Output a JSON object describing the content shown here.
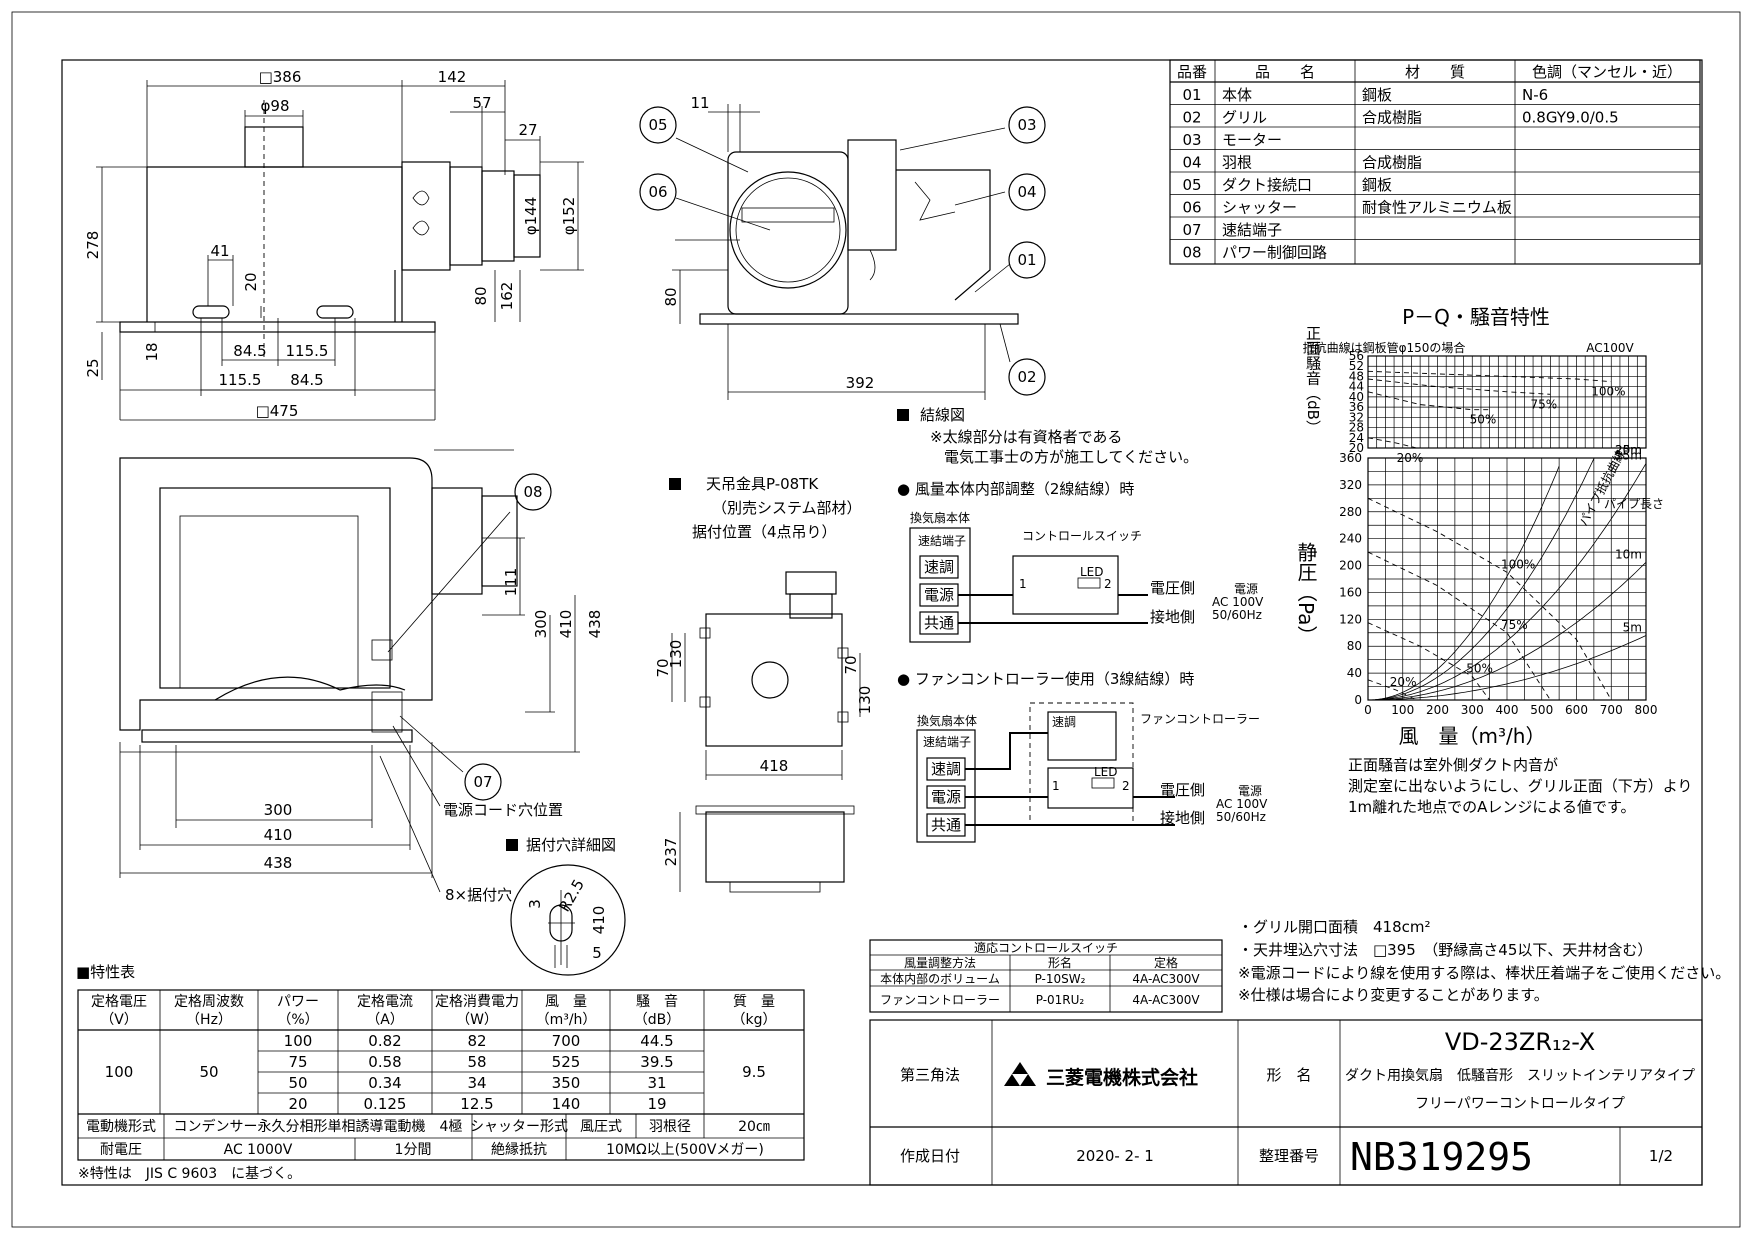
{
  "parts_table": {
    "headers": [
      "品番",
      "品　　名",
      "材　　質",
      "色調（マンセル・近）"
    ],
    "rows": [
      [
        "01",
        "本体",
        "鋼板",
        "N-6"
      ],
      [
        "02",
        "グリル",
        "合成樹脂",
        "0.8GY9.0/0.5"
      ],
      [
        "03",
        "モーター",
        "",
        ""
      ],
      [
        "04",
        "羽根",
        "合成樹脂",
        ""
      ],
      [
        "05",
        "ダクト接続口",
        "鋼板",
        ""
      ],
      [
        "06",
        "シャッター",
        "耐食性アルミニウム板",
        ""
      ],
      [
        "07",
        "速結端子",
        "",
        ""
      ],
      [
        "08",
        "パワー制御回路",
        "",
        ""
      ]
    ]
  },
  "dims_side": {
    "d386": "□386",
    "d142": "142",
    "d98": "φ98",
    "d57": "57",
    "d27": "27",
    "d278": "278",
    "d144": "φ144",
    "d152": "φ152",
    "d41": "41",
    "d20": "20",
    "d80": "80",
    "d162": "162",
    "d18": "18",
    "d25": "25",
    "d845a": "84.5",
    "d1155a": "115.5",
    "d1155b": "115.5",
    "d845b": "84.5",
    "d475": "□475"
  },
  "dims_front": {
    "d11": "11",
    "d80": "80",
    "d392": "392"
  },
  "callouts": {
    "c05": "05",
    "c06": "06",
    "c03": "03",
    "c04": "04",
    "c01": "01",
    "c02": "02",
    "c08": "08",
    "c07": "07"
  },
  "dims_bottom": {
    "d111": "111",
    "d300v": "300",
    "d410v": "410",
    "d438v": "438",
    "d300": "300",
    "d410": "410",
    "d438": "438"
  },
  "labels": {
    "power_cord": "電源コード穴位置",
    "mount_holes": "8×据付穴",
    "mount_detail": "据付穴詳細図",
    "hanger_title": "天吊金具P-08TK",
    "hanger_sub": "（別売システム部材）",
    "hanger_pos": "据付位置（4点吊り）"
  },
  "detail": {
    "d3": "3",
    "dR": "R2.5",
    "d410": "410",
    "d5": "5"
  },
  "dims_hanger": {
    "d70": "70",
    "d130": "130",
    "d70b": "70",
    "d130b": "130",
    "d418": "418",
    "d237": "237"
  },
  "wiring": {
    "title": "結線図",
    "note1": "※太線部分は有資格者である",
    "note2": "電気工事士の方が施工してください。",
    "case1": "● 風量本体内部調整（2線結線）時",
    "case2": "● ファンコントローラー使用（3線結線）時",
    "fan_body": "換気扇本体",
    "terminal": "速結端子",
    "t_speed": "速調",
    "t_power": "電源",
    "t_common": "共通",
    "control_switch": "コントロールスイッチ",
    "fan_controller": "ファンコントローラー",
    "led": "LED",
    "speed": "速調",
    "volt_side": "電圧側",
    "ground_side": "接地側",
    "source": "電源",
    "ac": "AC 100V",
    "hz": "50/60Hz",
    "n1": "1",
    "n2": "2"
  },
  "chart_data": [
    {
      "type": "line",
      "title": "P－Q・騒音特性",
      "note": "抵抗曲線は鋼板管φ150の場合",
      "voltage": "AC100V",
      "ylabel": "正面騒音（dB）",
      "y_ticks": [
        20,
        24,
        28,
        32,
        36,
        40,
        44,
        48,
        52,
        56
      ],
      "ylim": [
        20,
        56
      ],
      "series": [
        {
          "name": "100%",
          "x": [
            0,
            200,
            400,
            600,
            700
          ],
          "y": [
            50,
            49,
            48,
            47,
            46
          ]
        },
        {
          "name": "75%",
          "x": [
            0,
            200,
            400,
            525
          ],
          "y": [
            47,
            44,
            42,
            41
          ]
        },
        {
          "name": "50%",
          "x": [
            0,
            150,
            300,
            350
          ],
          "y": [
            42,
            37,
            35,
            35
          ]
        },
        {
          "name": "20%",
          "x": [
            0,
            80,
            140
          ],
          "y": [
            24,
            22,
            20
          ]
        }
      ]
    },
    {
      "type": "line",
      "xlabel": "風　量（m³/h）",
      "ylabel": "静圧（Pa）",
      "x_ticks": [
        0,
        100,
        200,
        300,
        400,
        500,
        600,
        700,
        800
      ],
      "y_ticks": [
        0,
        40,
        80,
        120,
        160,
        200,
        240,
        280,
        320,
        360
      ],
      "xlim": [
        0,
        800
      ],
      "ylim": [
        0,
        360
      ],
      "series": [
        {
          "name": "100%",
          "x": [
            0,
            200,
            400,
            600,
            700
          ],
          "y": [
            300,
            250,
            190,
            90,
            0
          ]
        },
        {
          "name": "75%",
          "x": [
            0,
            200,
            400,
            525
          ],
          "y": [
            220,
            170,
            100,
            0
          ]
        },
        {
          "name": "50%",
          "x": [
            0,
            150,
            300,
            350
          ],
          "y": [
            115,
            80,
            35,
            0
          ]
        },
        {
          "name": "20%",
          "x": [
            0,
            80,
            140
          ],
          "y": [
            30,
            15,
            0
          ]
        }
      ],
      "resistance_curves": [
        {
          "name": "25m",
          "k": 0.00115
        },
        {
          "name": "20m",
          "k": 0.00085
        },
        {
          "name": "15m",
          "k": 0.00055
        },
        {
          "name": "10m",
          "k": 0.00032
        },
        {
          "name": "5m",
          "k": 0.00015
        }
      ],
      "resistance_label": "パイプ長さ",
      "resistance_title": "パイプ抵抗曲線"
    }
  ],
  "chart_notes": {
    "n1": "正面騒音は室外側ダクト内音が",
    "n2": "測定室に出ないようにし、グリル正面（下方）より",
    "n3": "1m離れた地点でのAレンジによる値です。"
  },
  "notes": [
    "・グリル開口面積　418cm²",
    "・天井埋込穴寸法　□395　（野縁高さ45以下、天井材含む）",
    "※電源コードにより線を使用する際は、棒状圧着端子をご使用ください。",
    "※仕様は場合により変更することがあります。"
  ],
  "switch_table": {
    "title": "適応コントロールスイッチ",
    "headers": [
      "風量調整方法",
      "形名",
      "定格"
    ],
    "rows": [
      [
        "本体内部のボリューム",
        "P-10SW₂",
        "4A-AC300V"
      ],
      [
        "ファンコントローラー",
        "P-01RU₂",
        "4A-AC300V"
      ]
    ]
  },
  "spec_table": {
    "title": "■特性表",
    "headers": [
      [
        "定格電圧",
        "（V）"
      ],
      [
        "定格周波数",
        "（Hz）"
      ],
      [
        "パワー",
        "（%）"
      ],
      [
        "定格電流",
        "（A）"
      ],
      [
        "定格消費電力",
        "（W）"
      ],
      [
        "風　量",
        "（m³/h）"
      ],
      [
        "騒　音",
        "（dB）"
      ],
      [
        "質　量",
        "（kg）"
      ]
    ],
    "voltage": "100",
    "freq": "50",
    "mass": "9.5",
    "rows": [
      [
        "100",
        "0.82",
        "82",
        "700",
        "44.5"
      ],
      [
        "75",
        "0.58",
        "58",
        "525",
        "39.5"
      ],
      [
        "50",
        "0.34",
        "34",
        "350",
        "31"
      ],
      [
        "20",
        "0.125",
        "12.5",
        "140",
        "19"
      ]
    ],
    "motor_label": "電動機形式",
    "motor": "コンデンサー永久分相形単相誘導電動機　4極",
    "shutter_label": "シャッター形式",
    "shutter": "風圧式",
    "blade_label": "羽根径",
    "blade": "20㎝",
    "withstand_label": "耐電圧",
    "withstand": "AC 1000V",
    "withstand_time": "1分間",
    "insulation_label": "絶縁抵抗",
    "insulation": "10MΩ以上(500Vメガー)",
    "footnote": "※特性は　JIS C 9603　に基づく。"
  },
  "title_block": {
    "projection": "第三角法",
    "company": "三菱電機株式会社",
    "name_label": "形　名",
    "model": "VD-23ZR₁₂-X",
    "desc1": "ダクト用換気扇　低騒音形　スリットインテリアタイプ",
    "desc2": "フリーパワーコントロールタイプ",
    "date_label": "作成日付",
    "date": "2020- 2- 1",
    "number_label": "整理番号",
    "number": "NB319295",
    "page": "1/2"
  }
}
